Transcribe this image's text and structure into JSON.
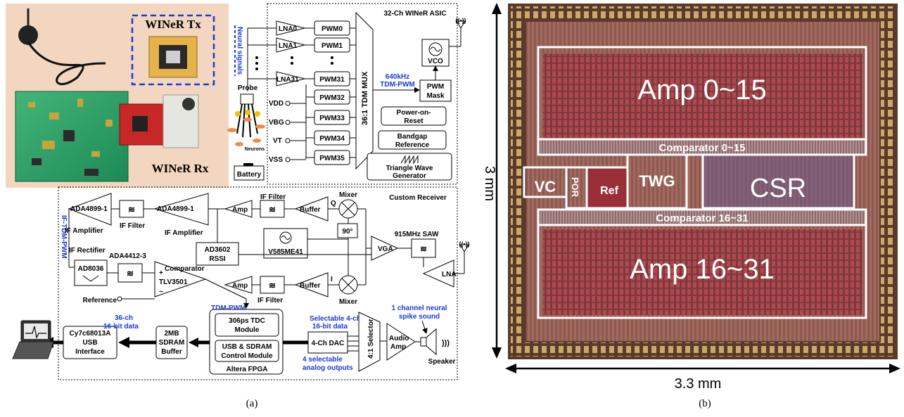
{
  "photo": {
    "tx_label": "WINeR Tx",
    "rx_label": "WINeR Rx"
  },
  "asic": {
    "title": "32-Ch WINeR ASIC",
    "neural_signals": "Neural signals",
    "probe": "Probe",
    "neurons": "Neurons",
    "battery": "Battery",
    "lna": [
      "LNA0",
      "LNA1",
      "LNA31"
    ],
    "pwm": [
      "PWM0",
      "PWM1",
      "PWM31",
      "PWM32",
      "PWM33",
      "PWM34",
      "PWM35"
    ],
    "inputs": [
      "VDD",
      "VBG",
      "VT",
      "VSS"
    ],
    "mux": "36:1 TDM MUX",
    "freq": "640kHz",
    "tdm_pwm": "TDM-PWM",
    "vco": "VCO",
    "pwm_mask": [
      "PWM",
      "Mask"
    ],
    "por": [
      "Power-on-",
      "Reset"
    ],
    "bandgap": [
      "Bandgap",
      "Reference"
    ],
    "triangle": [
      "Triangle Wave",
      "Generator"
    ]
  },
  "receiver": {
    "title": "Custom Receiver",
    "if_tdm_pwm": "IF-TDM-PWM",
    "ada4899_1": "ADA4899-1",
    "ada4899_2": "ADA4899-1",
    "if_amplifier_1": "IF Amplifier",
    "if_amplifier_2": "IF Amplifier",
    "if_filter_1": "IF Filter",
    "if_filter_top": "IF Filter",
    "if_filter_bottom": "IF Filter",
    "amp_top": "Amp",
    "amp_bottom": "Amp",
    "buffer_top": "Buffer",
    "buffer_bottom": "Buffer",
    "mixer_top": "Mixer",
    "mixer_bottom": "Mixer",
    "q": "Q",
    "i": "I",
    "phase": "90°",
    "saw": "915MHz SAW",
    "vga": "VGA",
    "lna": "LNA",
    "osc": "V585ME41",
    "rssi": [
      "AD3602",
      "RSSI"
    ],
    "if_rectifier": "IF Rectifier",
    "ad8036": "AD8036",
    "ada4412": "ADA4412-3",
    "comparator": "Comparator",
    "tlv3501": "TLV3501",
    "plus": "+",
    "minus": "−",
    "reference": "Reference",
    "tdm_pwm": "TDM-PWM",
    "tdc": [
      "306ps TDC",
      "Module"
    ],
    "usb_sdram": [
      "USB & SDRAM",
      "Control Module"
    ],
    "fpga": "Altera FPGA",
    "sdram": [
      "2MB",
      "SDRAM",
      "Buffer"
    ],
    "usb": [
      "Cy7c68013A",
      "USB",
      "Interface"
    ],
    "data36": [
      "36-ch",
      "16-bit data"
    ],
    "sel4ch": [
      "Selectable 4-ch",
      "16-bit data"
    ],
    "dac": "4-Ch DAC",
    "analog_out": [
      "4 selectable",
      "analog outputs"
    ],
    "selector": "4:1 Selector",
    "audio_amp": [
      "Audio",
      "Amp"
    ],
    "speaker": "Speaker",
    "neural_sound": [
      "1 channel neural",
      "spike sound"
    ]
  },
  "die": {
    "blocks": [
      "Amp 0~15",
      "Comparator 0~15",
      "VC",
      "POR",
      "Ref",
      "TWG",
      "CSR",
      "Comparator 16~31",
      "Amp 16~31"
    ],
    "height": "3 mm",
    "width": "3.3 mm"
  },
  "captions": {
    "a": "(a)",
    "b": "(b)"
  }
}
